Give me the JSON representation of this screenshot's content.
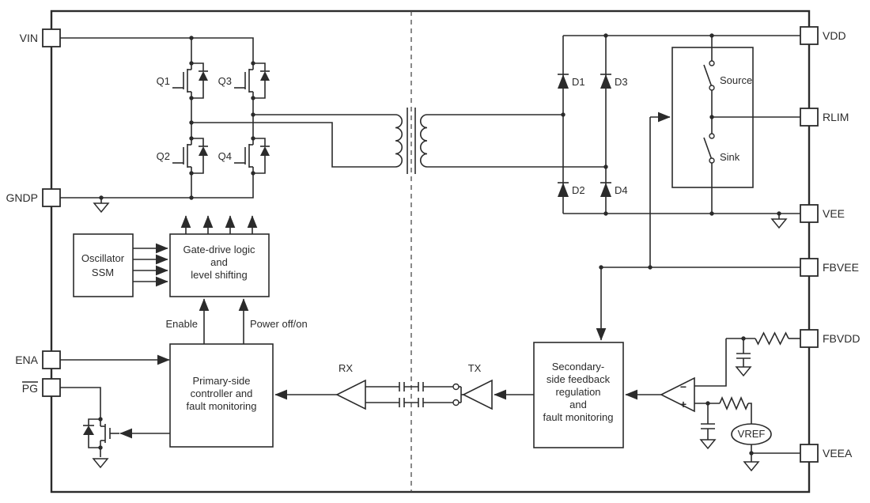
{
  "diagram": {
    "pins": {
      "vin": "VIN",
      "gndp": "GNDP",
      "ena": "ENA",
      "pg": "PG",
      "vdd": "VDD",
      "rlim": "RLIM",
      "vee": "VEE",
      "fbvee": "FBVEE",
      "fbvdd": "FBVDD",
      "veea": "VEEA"
    },
    "transistors": {
      "q1": "Q1",
      "q2": "Q2",
      "q3": "Q3",
      "q4": "Q4"
    },
    "diodes": {
      "d1": "D1",
      "d2": "D2",
      "d3": "D3",
      "d4": "D4"
    },
    "current_limit": {
      "source": "Source",
      "sink": "Sink"
    },
    "blocks": {
      "oscillator": {
        "l1": "Oscillator",
        "l2": "SSM"
      },
      "gate_drive": {
        "l1": "Gate-drive logic",
        "l2": "and",
        "l3": "level shifting"
      },
      "primary": {
        "l1": "Primary-side",
        "l2": "controller and",
        "l3": "fault monitoring"
      },
      "secondary": {
        "l1": "Secondary-",
        "l2": "side feedback",
        "l3": "regulation",
        "l4": "and",
        "l5": "fault monitoring"
      }
    },
    "labels": {
      "enable": "Enable",
      "power_on": "Power off/on",
      "rx": "RX",
      "tx": "TX",
      "vref": "VREF",
      "minus": "−",
      "plus": "+"
    },
    "colors": {
      "ink": "#2b2b2b",
      "background": "#ffffff"
    }
  }
}
